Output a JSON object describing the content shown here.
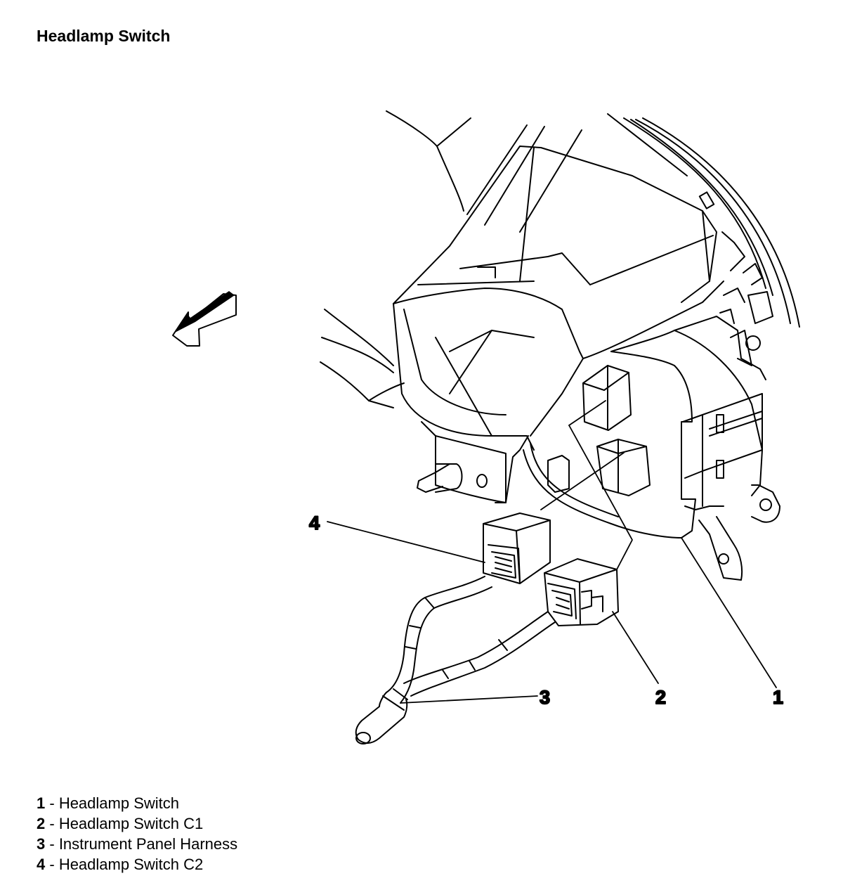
{
  "title": "Headlamp Switch",
  "callouts": [
    "1",
    "2",
    "3",
    "4"
  ],
  "legend": [
    {
      "num": "1",
      "sep": " - ",
      "label": "Headlamp Switch"
    },
    {
      "num": "2",
      "sep": " - ",
      "label": "Headlamp Switch C1"
    },
    {
      "num": "3",
      "sep": " - ",
      "label": "Instrument Panel Harness"
    },
    {
      "num": "4",
      "sep": " - ",
      "label": "Headlamp Switch C2"
    }
  ]
}
